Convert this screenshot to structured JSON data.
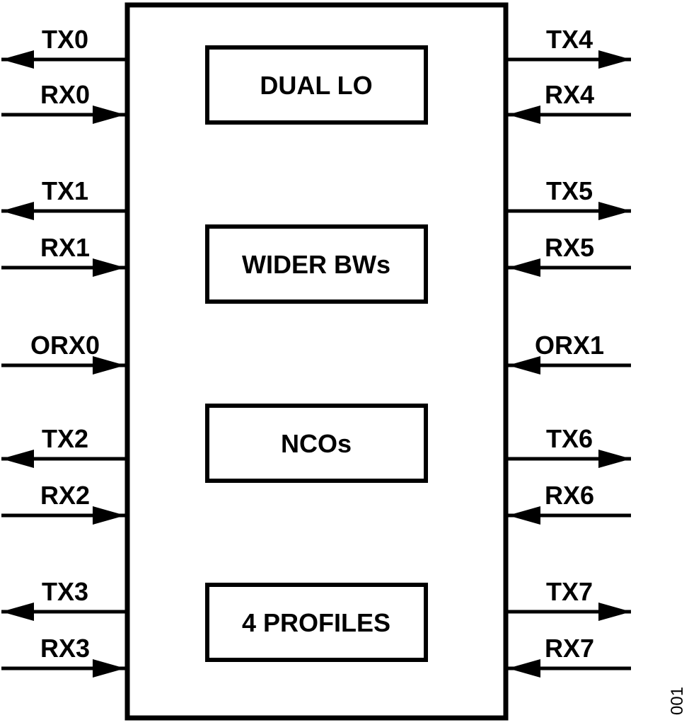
{
  "diagram": {
    "type": "block-diagram",
    "blocks": [
      {
        "id": "dual-lo",
        "label": "DUAL LO"
      },
      {
        "id": "wider-bws",
        "label": "WIDER BWs"
      },
      {
        "id": "ncos",
        "label": "NCOs"
      },
      {
        "id": "four-profiles",
        "label": "4 PROFILES"
      }
    ],
    "left_ports": [
      {
        "label": "TX0",
        "direction": "out"
      },
      {
        "label": "RX0",
        "direction": "in"
      },
      {
        "label": "TX1",
        "direction": "out"
      },
      {
        "label": "RX1",
        "direction": "in"
      },
      {
        "label": "ORX0",
        "direction": "in"
      },
      {
        "label": "TX2",
        "direction": "out"
      },
      {
        "label": "RX2",
        "direction": "in"
      },
      {
        "label": "TX3",
        "direction": "out"
      },
      {
        "label": "RX3",
        "direction": "in"
      }
    ],
    "right_ports": [
      {
        "label": "TX4",
        "direction": "out"
      },
      {
        "label": "RX4",
        "direction": "in"
      },
      {
        "label": "TX5",
        "direction": "out"
      },
      {
        "label": "RX5",
        "direction": "in"
      },
      {
        "label": "ORX1",
        "direction": "in"
      },
      {
        "label": "TX6",
        "direction": "out"
      },
      {
        "label": "RX6",
        "direction": "in"
      },
      {
        "label": "TX7",
        "direction": "out"
      },
      {
        "label": "RX7",
        "direction": "in"
      }
    ],
    "figure_number": "001",
    "colors": {
      "stroke": "#000000",
      "background": "#ffffff"
    }
  }
}
